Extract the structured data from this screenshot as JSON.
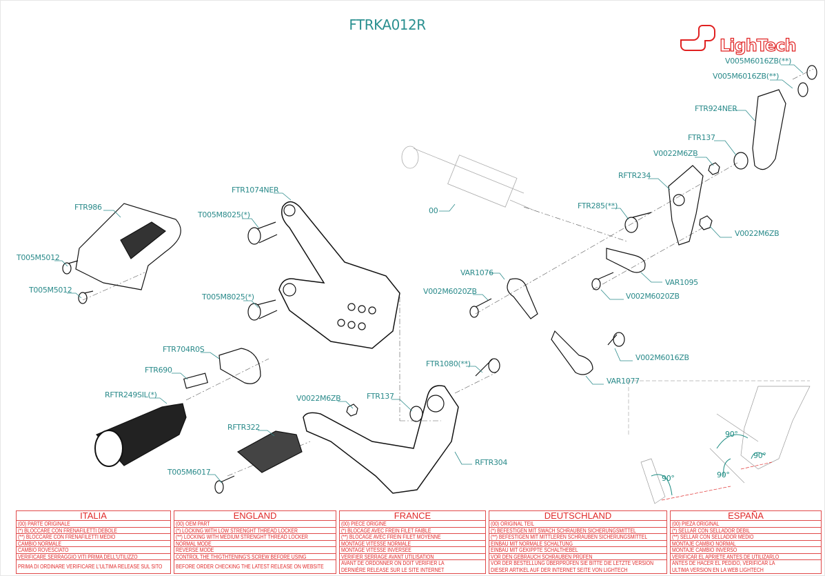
{
  "title": "FTRKA012R",
  "logo": {
    "text": "LighTech",
    "color": "#e02020"
  },
  "colors": {
    "label": "#2a8a8a",
    "table": "#e02828",
    "angle": "#1a8a80"
  },
  "part_labels": [
    "V005M6016ZB(**)",
    "V005M6016ZB(**)",
    "FTR924NER",
    "FTR137",
    "V0022M6ZB",
    "RFTR234",
    "FTR285(**)",
    "V0022M6ZB",
    "00",
    "VAR1095",
    "V002M6020ZB",
    "VAR1076",
    "V002M6020ZB",
    "V002M6016ZB",
    "VAR1077",
    "FTR1080(**)",
    "FTR137",
    "V0022M6ZB",
    "RFTR304",
    "RFTR322",
    "T005M6017",
    "FTR704R0S",
    "FTR690",
    "RFTR249SIL(*)",
    "FTR986",
    "T005M5012",
    "T005M5012",
    "FTR1074NER",
    "T005M8025(*)",
    "T005M8025(*)"
  ],
  "angle_labels": [
    "90°",
    "90°",
    "90°",
    "90°"
  ],
  "legend_tables": [
    {
      "country": "ITALIA",
      "rows": [
        "(00) PARTE ORIGINALE",
        "(*)   BLOCCARE CON FRENAFILETTI DEBOLE",
        "(**)  BLOCCARE CON FRENAFILETTI MEDIO",
        "CAMBIO NORMALE",
        "CAMBIO ROVESCIATO",
        "VERIFICARE SERRAGGIO VITI PRIMA DELL'UTILIZZO",
        "PRIMA DI ORDINARE VERIFICARE L'ULTIMA RELEASE SUL SITO"
      ]
    },
    {
      "country": "ENGLAND",
      "rows": [
        "(00) OEM PART",
        "(*)   LOCKING WITH LOW STRENGHT THREAD LOCKER",
        "(**)  LOCKING WITH MEDIUM STRENGHT THREAD LOCKER",
        "NORMAL MODE",
        "REVERSE MODE",
        "CONTROL THE THIGTHTENING'S SCREW BEFORE USING",
        "BEFORE ORDER CHECKING THE LATEST RELEASE ON WEBSITE"
      ]
    },
    {
      "country": "FRANCE",
      "rows": [
        "(00) PIECE ORIGINE",
        "(*)   BLOCAGE AVEC FREIN FILET FAIBLE",
        "(**)  BLOCAGE AVEC FREIN FILET MOYENNE",
        "MONTAGE VITESSE NORMALE",
        "MONTAGE VITESSE INVERSEE",
        "VERIFIER SERRAGE AVANT UTILISATION",
        "AVANT DE ORDONNER ON DOIT VERIFIER LA",
        "DERNIÈRE RELEASE SUR LE SITE INTERNET"
      ]
    },
    {
      "country": "DEUTSCHLAND",
      "rows": [
        "(00) ORIGINAL TEIL",
        "(*)   BEFESTIGEN MIT SWACH SCHRAUBEN SICHERUNGSMITTEL",
        "(**)  BEFESTIGEN MIT MITTLEREN SCHRAUBEN SICHERUNGSMITTEL",
        "EINBAU MIT NORMALE SCHALTUNG",
        "EINBAU MIT GEKIPPTE SCHALTHEBEL",
        "VOR DEN GEBRAUCH SCHRAUBEN PRÜFEN",
        "VOR DER BESTELLUNG ÜBERPRÜFEN SIE BITTE DIE LETZTE VERSION",
        "DIESER ARTIKEL AUF DER INTERNET SEITE VON LIGHTECH"
      ]
    },
    {
      "country": "ESPAÑA",
      "rows": [
        "(00) PIEZA ORIGINAL",
        "(*)   SELLAR CON SELLADOR DEBIL",
        "(**)  SELLAR CON SELLADOR MEDIO",
        "MONTAJE  CAMBIO NORMAL",
        "MONTAJE CAMBIO INVERSO",
        "VERIFICAR EL APRIETE ANTES DE UTILIZARLO",
        "ANTES DE HACER EL PEDIDO, VERIFICAR LA",
        "ULTIMA VERSION EN LA WEB LIGHTECH"
      ]
    }
  ]
}
